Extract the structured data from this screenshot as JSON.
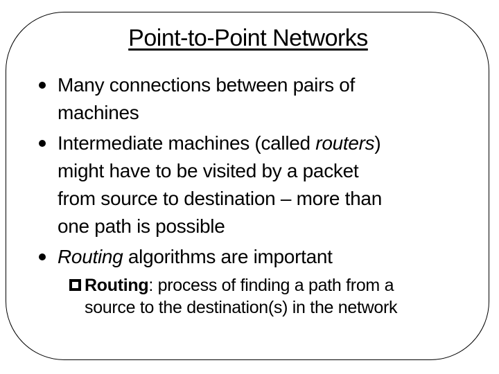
{
  "slide": {
    "title": "Point-to-Point Networks",
    "colors": {
      "background": "#ffffff",
      "text": "#000000",
      "border": "#000000"
    },
    "icons": {
      "bullet": "●",
      "sub_bullet": "❑"
    },
    "bullets": [
      {
        "lines": [
          [
            {
              "t": "Many connections between pairs of"
            }
          ],
          [
            {
              "t": "machines"
            }
          ]
        ]
      },
      {
        "lines": [
          [
            {
              "t": "Intermediate machines (called "
            },
            {
              "t": "routers"
            },
            {
              "t": ")"
            }
          ],
          [
            {
              "t": "might have to be visited by a packet"
            }
          ],
          [
            {
              "t": "from source to destination – more than"
            }
          ],
          [
            {
              "t": "one path is possible"
            }
          ]
        ]
      },
      {
        "lines": [
          [
            {
              "t": "Routing"
            },
            {
              "t": " algorithms are important"
            }
          ]
        ]
      }
    ],
    "sub_bullets": [
      {
        "lines": [
          [
            {
              "t": "Routing"
            },
            {
              "t": ": process of finding a path from a"
            }
          ],
          [
            {
              "t": "source to the destination(s) in the network"
            }
          ]
        ]
      }
    ]
  }
}
